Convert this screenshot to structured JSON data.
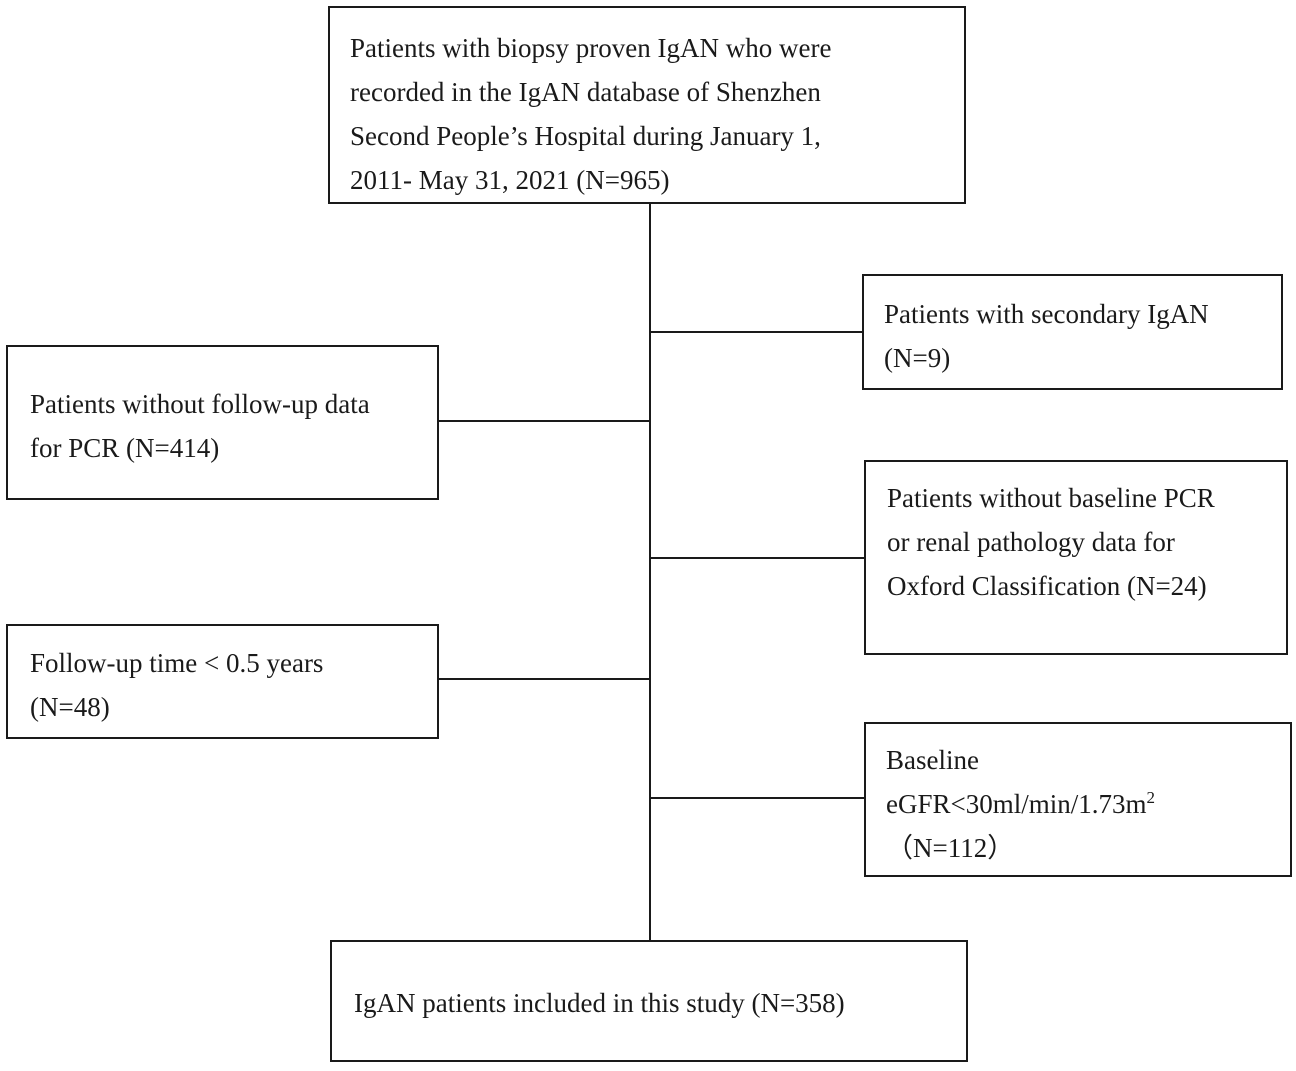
{
  "nodes": {
    "initial": {
      "lines": [
        "Patients with biopsy proven IgAN who were",
        "recorded in the IgAN database of Shenzhen",
        "Second People’s Hospital during January 1,",
        "2011- May 31, 2021 (N=965)"
      ]
    },
    "excl_secondary": {
      "lines": [
        "Patients with secondary IgAN",
        "(N=9)"
      ]
    },
    "excl_no_followup": {
      "lines": [
        "Patients without follow-up data",
        "for PCR (N=414)"
      ]
    },
    "excl_no_baseline": {
      "lines": [
        "Patients without baseline PCR",
        "or renal pathology data for",
        "Oxford Classification (N=24)"
      ]
    },
    "excl_short_followup": {
      "lines": [
        "Follow-up time < 0.5 years",
        "(N=48)"
      ]
    },
    "excl_low_egfr": {
      "line1": "Baseline",
      "line2_main": "eGFR<30ml/min/1.73m",
      "line2_sup": "2",
      "line3": "（N=112）"
    },
    "included": {
      "lines": [
        "IgAN patients included in this study (N=358)"
      ]
    }
  },
  "colors": {
    "stroke": "#1a1a1a",
    "background": "#ffffff"
  }
}
